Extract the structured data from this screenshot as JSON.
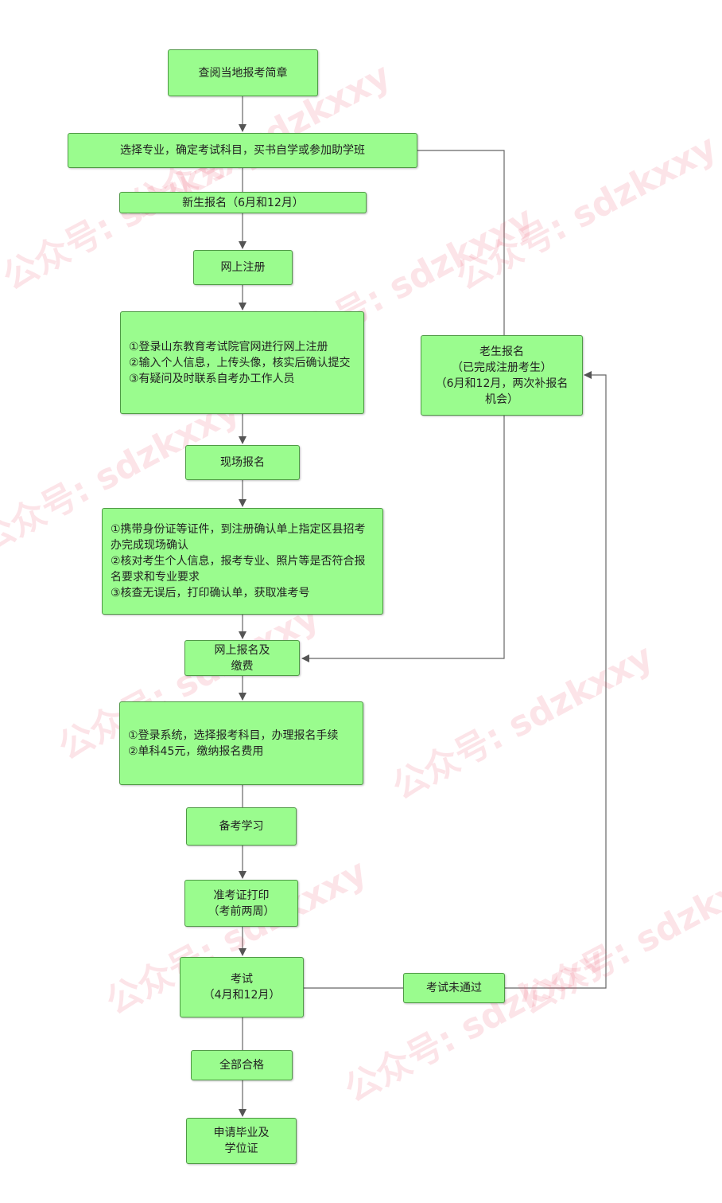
{
  "watermark": "公众号: sdzkxxy",
  "nodes": {
    "consult_guide": "查阅当地报考简章",
    "choose_major": "选择专业，确定考试科目，买书自学或参加助学班",
    "new_student": "新生报名（6月和12月）",
    "online_register": "网上注册",
    "register_steps": [
      "①登录山东教育考试院官网进行网上注册",
      "②输入个人信息，上传头像，核实后确认提交",
      "③有疑问及时联系自考办工作人员"
    ],
    "onsite_signup": "现场报名",
    "onsite_steps": [
      "①携带身份证等证件，到注册确认单上指定区县招考办完成现场确认",
      "②核对考生个人信息，报考专业、照片等是否符合报名要求和专业要求",
      "③核查无误后，打印确认单，获取准考号"
    ],
    "online_pay": [
      "网上报名及",
      "缴费"
    ],
    "pay_steps": [
      "①登录系统，选择报考科目，办理报名手续",
      "②单科45元，缴纳报名费用"
    ],
    "prepare": "备考学习",
    "print_ticket": [
      "准考证打印",
      "（考前两周）"
    ],
    "exam": [
      "考试",
      "（4月和12月）"
    ],
    "exam_fail": "考试未通过",
    "all_pass": "全部合格",
    "apply_cert": [
      "申请毕业及",
      "学位证"
    ],
    "old_student": [
      "老生报名",
      "（已完成注册考生）",
      "（6月和12月，两次补报名机会）"
    ]
  }
}
